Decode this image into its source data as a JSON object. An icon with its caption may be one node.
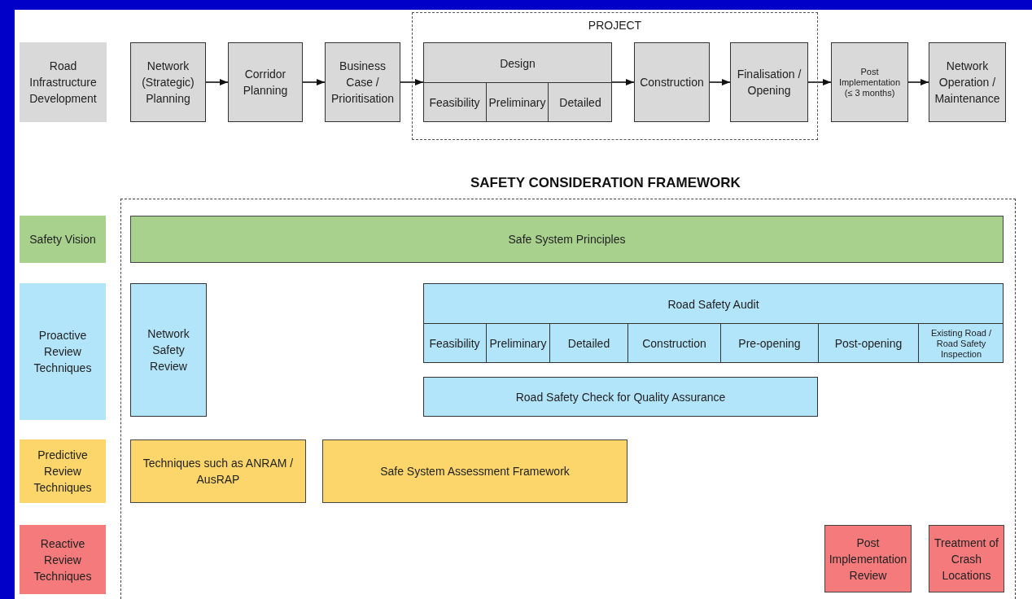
{
  "diagram": {
    "nodes": [
      {
        "text": [
          "Road Infrastructure Development"
        ]
      },
      {
        "text": [
          "Network (Strategic) Planning"
        ]
      },
      {
        "text": [
          "Corridor Planning"
        ]
      },
      {
        "text": [
          "Business Case / Prioritisation"
        ]
      },
      {
        "text": [
          "PROJECT"
        ]
      },
      {
        "text": [
          "Design"
        ],
        "in": 4
      },
      {
        "text": [
          "Feasibility"
        ],
        "in": 5
      },
      {
        "text": [
          "Preliminary"
        ],
        "in": 5
      },
      {
        "text": [
          "Detailed"
        ],
        "in": 5
      },
      {
        "text": [
          "Construction"
        ],
        "in": 4
      },
      {
        "text": [
          "Finalisation / Opening"
        ],
        "in": 4
      },
      {
        "text": [
          "Post Implementation (≤ 3 months)"
        ]
      },
      {
        "text": [
          "Network Operation / Maintenance"
        ]
      },
      {
        "text": [
          "SAFETY CONSIDERATION FRAMEWORK"
        ]
      },
      {
        "text": [
          "Safety Vision"
        ]
      },
      {
        "text": [
          "Safe System Principles"
        ],
        "in": 13
      },
      {
        "text": [
          "Proactive Review Techniques"
        ]
      },
      {
        "text": [
          "Network Safety Review"
        ],
        "in": 13
      },
      {
        "text": [
          "Road Safety Audit"
        ],
        "in": 13
      },
      {
        "text": [
          "Feasibility"
        ],
        "in": 18
      },
      {
        "text": [
          "Preliminary"
        ],
        "in": 18
      },
      {
        "text": [
          "Detailed"
        ],
        "in": 18
      },
      {
        "text": [
          "Construction"
        ],
        "in": 18
      },
      {
        "text": [
          "Pre-opening"
        ],
        "in": 18
      },
      {
        "text": [
          "Post-opening"
        ],
        "in": 18
      },
      {
        "text": [
          "Existing Road / Road Safety Inspection"
        ],
        "in": 18
      },
      {
        "text": [
          "Road Safety Check for Quality Assurance"
        ],
        "in": 13
      },
      {
        "text": [
          "Predictive Review Techniques"
        ]
      },
      {
        "text": [
          "Techniques such as ANRAM / AusRAP"
        ],
        "in": 13
      },
      {
        "text": [
          "Safe System Assessment Framework"
        ],
        "in": 13
      },
      {
        "text": [
          "Reactive Review Techniques"
        ]
      },
      {
        "text": [
          "Post Implementation Review"
        ],
        "in": 13
      },
      {
        "text": [
          "Treatment of Crash Locations"
        ],
        "in": 13
      }
    ],
    "edges": [
      {
        "from": 1,
        "to": 2,
        "arrow": "to"
      },
      {
        "from": 2,
        "to": 3,
        "arrow": "to"
      },
      {
        "from": 3,
        "to": 5,
        "arrow": "to"
      },
      {
        "from": 5,
        "to": 9,
        "arrow": "to"
      },
      {
        "from": 9,
        "to": 10,
        "arrow": "to"
      },
      {
        "from": 10,
        "to": 11,
        "arrow": "to"
      },
      {
        "from": 11,
        "to": 12,
        "arrow": "to"
      }
    ]
  }
}
